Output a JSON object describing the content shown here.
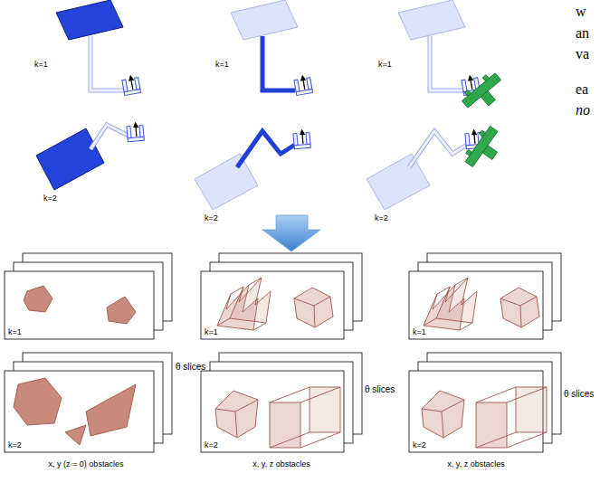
{
  "diagram": {
    "labels": [
      "w",
      "an",
      "va",
      "ea",
      "no",
      "k=1",
      "k=1",
      "k=1",
      "k=2",
      "k=2",
      "k=2",
      "k=1",
      "k=1",
      "k=1",
      "k=2",
      "k=2",
      "k=2",
      "θ slices",
      "θ slices",
      "θ slices",
      "x, y (z = 0) obstacles",
      "x, y, z obstacles",
      "x, y, z obstacles"
    ]
  }
}
